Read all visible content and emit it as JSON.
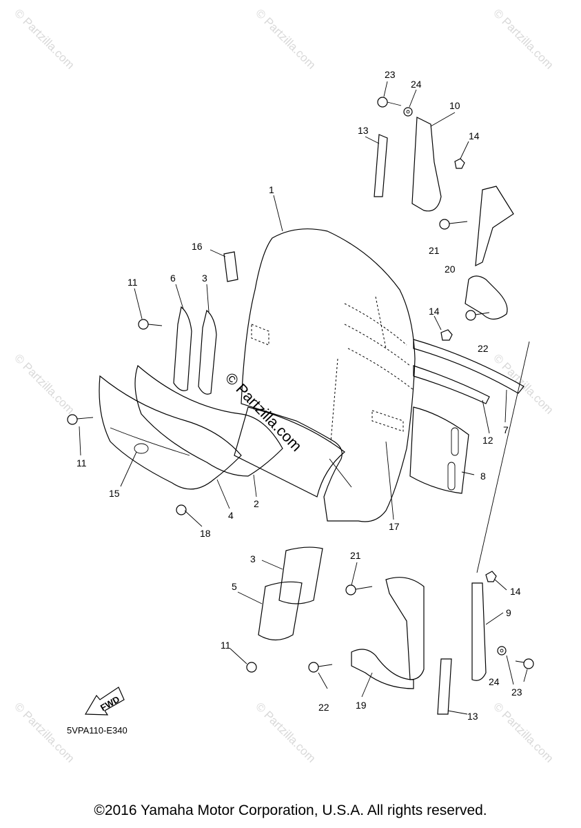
{
  "diagram": {
    "code": "5VPA110-E340",
    "fwd_label": "FWD",
    "copyright": "©2016 Yamaha Motor Corporation, U.S.A. All rights reserved.",
    "watermark_center": "© Partzilla.com",
    "watermark_tile": "© Partzilla.com",
    "callouts": {
      "c1": "1",
      "c2": "2",
      "c3a": "3",
      "c3b": "3",
      "c4": "4",
      "c5": "5",
      "c6": "6",
      "c7": "7",
      "c8": "8",
      "c9": "9",
      "c10": "10",
      "c11a": "11",
      "c11b": "11",
      "c11c": "11",
      "c12": "12",
      "c13a": "13",
      "c13b": "13",
      "c14a": "14",
      "c14b": "14",
      "c14c": "14",
      "c15": "15",
      "c16": "16",
      "c17": "17",
      "c18": "18",
      "c19": "19",
      "c20": "20",
      "c21a": "21",
      "c21b": "21",
      "c22a": "22",
      "c22b": "22",
      "c23a": "23",
      "c23b": "23",
      "c24a": "24",
      "c24b": "24"
    }
  }
}
